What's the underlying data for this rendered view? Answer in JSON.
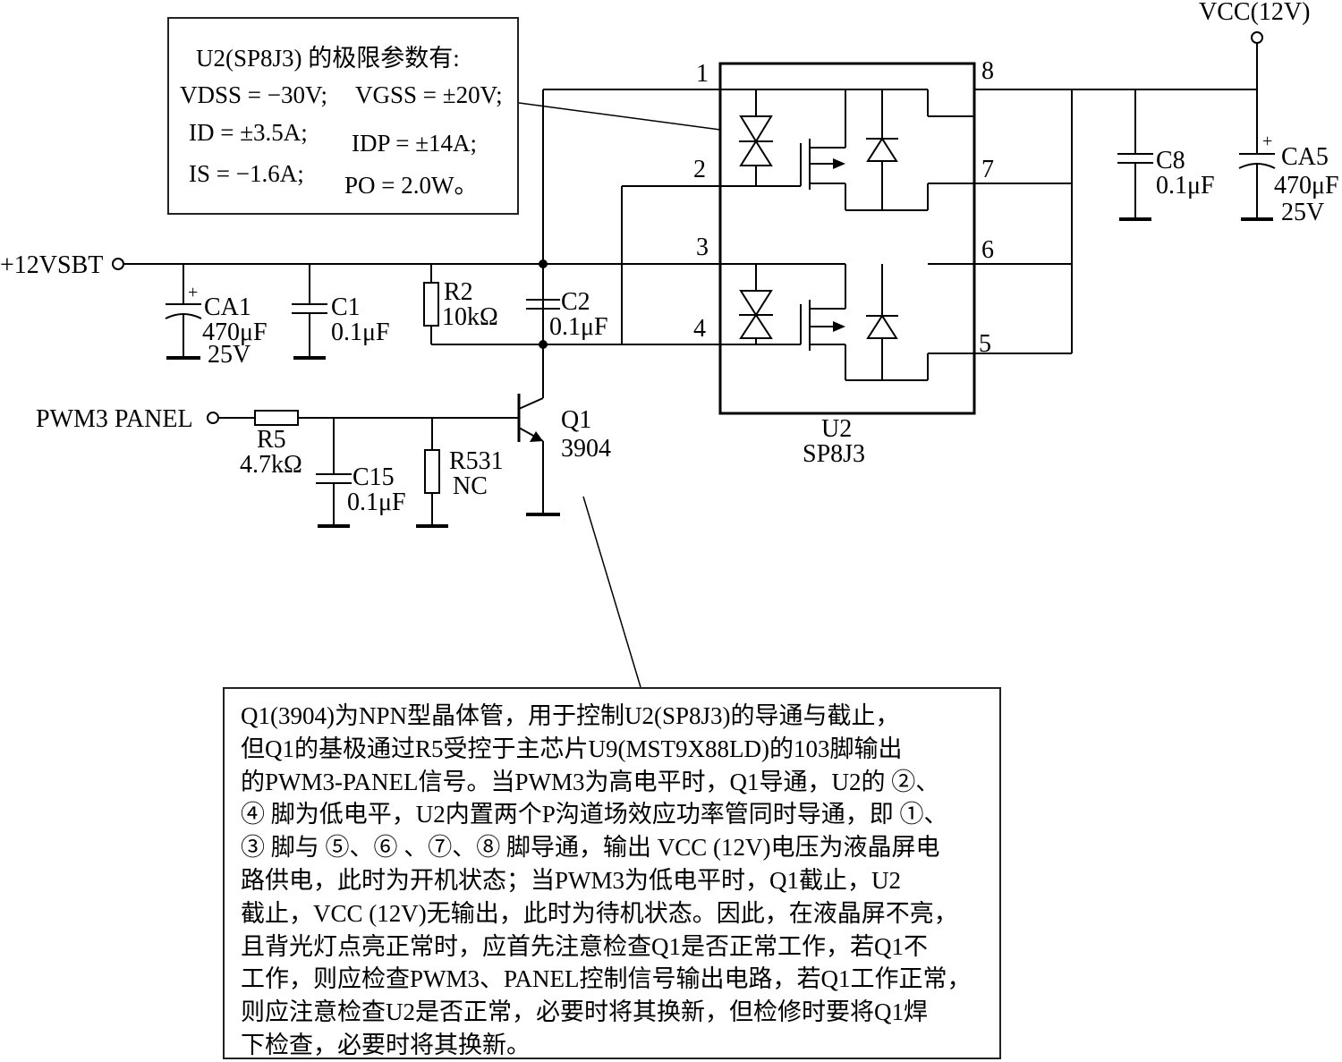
{
  "params_box": {
    "title": "U2(SP8J3) 的极限参数有:",
    "vdss": "VDSS = −30V;",
    "vgss": "VGSS = ±20V;",
    "id": "ID = ±3.5A;",
    "idp": "IDP = ±14A;",
    "is": "IS = −1.6A;",
    "po": "PO  =  2.0W。"
  },
  "nets": {
    "vcc": "VCC(12V)",
    "vsbt": "+12VSBT",
    "pwm": "PWM3 PANEL"
  },
  "components": {
    "ca1": {
      "ref": "CA1",
      "value": "470μF",
      "voltage": "25V"
    },
    "c1": {
      "ref": "C1",
      "value": "0.1μF"
    },
    "r2": {
      "ref": "R2",
      "value": "10kΩ"
    },
    "c2": {
      "ref": "C2",
      "value": "0.1μF"
    },
    "r5": {
      "ref": "R5",
      "value": "4.7kΩ"
    },
    "c15": {
      "ref": "C15",
      "value": "0.1μF"
    },
    "r531": {
      "ref": "R531",
      "value": "NC"
    },
    "q1": {
      "ref": "Q1",
      "part": "3904"
    },
    "u2": {
      "ref": "U2",
      "part": "SP8J3",
      "pins": [
        "1",
        "2",
        "3",
        "4",
        "5",
        "6",
        "7",
        "8"
      ]
    },
    "c8": {
      "ref": "C8",
      "value": "0.1μF"
    },
    "ca5": {
      "ref": "CA5",
      "value": "470μF",
      "voltage": "25V"
    }
  },
  "polarity_mark": "+",
  "note": "Q1(3904)为NPN型晶体管，用于控制U2(SP8J3)的导通与截止，\n但Q1的基极通过R5受控于主芯片U9(MST9X88LD)的103脚输出\n的PWM3-PANEL信号。当PWM3为高电平时，Q1导通，U2的 ②、\n④ 脚为低电平，U2内置两个P沟道场效应功率管同时导通，即 ①、\n③ 脚与 ⑤、⑥ 、⑦、⑧ 脚导通，输出 VCC (12V)电压为液晶屏电\n路供电，此时为开机状态；当PWM3为低电平时，Q1截止，U2\n截止，VCC (12V)无输出，此时为待机状态。因此，在液晶屏不亮，\n且背光灯点亮正常时，应首先注意检查Q1是否正常工作，若Q1不\n工作，则应检查PWM3、PANEL控制信号输出电路，若Q1工作正常，\n则应注意检查U2是否正常，必要时将其换新，但检修时要将Q1焊\n下检查，必要时将其换新。"
}
